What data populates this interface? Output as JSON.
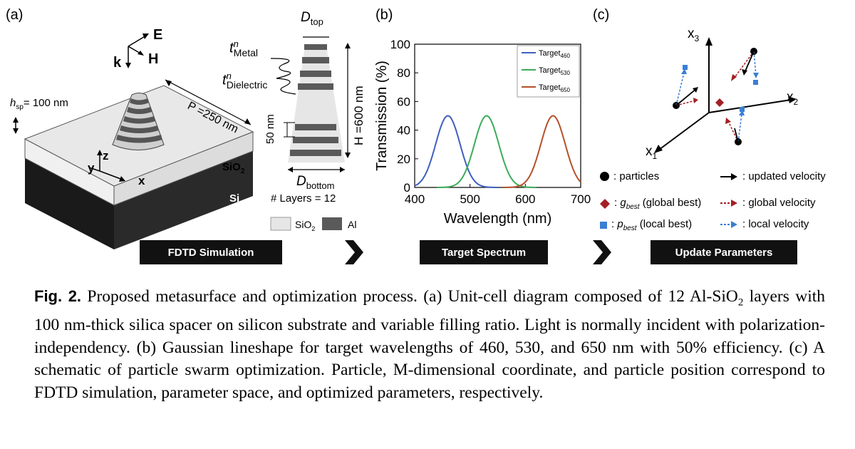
{
  "panels": {
    "a": {
      "label": "(a)",
      "k": "k",
      "e": "E",
      "h": "H",
      "hsp_sym": "h",
      "hsp_sub": "sp",
      "hsp_val": "= 100 nm",
      "period": "P =250 nm",
      "axis_z": "z",
      "axis_y": "y",
      "axis_x": "x",
      "sio2": "SiO",
      "sio2_sub": "2",
      "si": "Si",
      "dtop": "D",
      "dtop_sub": "top",
      "dbottom": "D",
      "dbottom_sub": "bottom",
      "t_metal": "t",
      "t_metal_sup": "n",
      "t_metal_sub": "Metal",
      "t_diel": "t",
      "t_diel_sup": "n",
      "t_diel_sub": "Dielectric",
      "height": "H =600 nm",
      "layer_thick": "50 nm",
      "layers": "# Layers = 12",
      "legend_sio2": "SiO",
      "legend_sio2_sub": "2",
      "legend_al": "Al",
      "step": "FDTD Simulation"
    },
    "b": {
      "label": "(b)",
      "step": "Target Spectrum"
    },
    "c": {
      "label": "(c)",
      "x1": "x",
      "x1_sub": "1",
      "x2": "x",
      "x2_sub": "2",
      "x3": "x",
      "x3_sub": "3",
      "legend": {
        "particles": ": particles",
        "updated_velocity": ": updated velocity",
        "gbest_sym": "g",
        "gbest_sub": "best",
        "gbest_text": " (global best)",
        "global_velocity": ": global velocity",
        "pbest_sym": "p",
        "pbest_sub": "best",
        "pbest_text": " (local best)",
        "local_velocity": ": local velocity"
      },
      "step": "Update Parameters"
    }
  },
  "chart_data": {
    "type": "line",
    "xlabel": "Wavelength (nm)",
    "ylabel": "Transmission (%)",
    "xlim": [
      400,
      700
    ],
    "ylim": [
      0,
      100
    ],
    "xticks": [
      400,
      500,
      600,
      700
    ],
    "yticks": [
      0,
      20,
      40,
      60,
      80,
      100
    ],
    "legend_position": "top-right",
    "series": [
      {
        "name": "Target",
        "name_sub": "460",
        "color": "#3f5fbf",
        "center": 460,
        "x": [
          400,
          420,
          440,
          450,
          460,
          470,
          480,
          500,
          520,
          540
        ],
        "y": [
          1,
          10,
          36,
          47,
          50,
          47,
          36,
          10,
          1,
          0
        ]
      },
      {
        "name": "Target",
        "name_sub": "530",
        "color": "#3cab5a",
        "center": 530,
        "x": [
          470,
          490,
          510,
          520,
          530,
          540,
          550,
          570,
          590,
          600
        ],
        "y": [
          1,
          10,
          36,
          47,
          50,
          47,
          36,
          10,
          1,
          0
        ]
      },
      {
        "name": "Target",
        "name_sub": "650",
        "color": "#b5502a",
        "center": 650,
        "x": [
          590,
          610,
          630,
          640,
          650,
          660,
          670,
          690,
          700
        ],
        "y": [
          1,
          10,
          36,
          47,
          50,
          47,
          36,
          10,
          4
        ]
      }
    ]
  },
  "caption": {
    "fig_label": "Fig. 2.",
    "p1": " Proposed metasurface and optimization process. (a) Unit-cell diagram composed of 12 Al-SiO",
    "p1_sub": "2",
    "p2": " layers with 100 nm-thick silica spacer on silicon substrate and variable filling ratio. Light is normally incident with polarization-independency. (b) Gaussian lineshape for target wavelengths of 460, 530, and 650 nm with 50% efficiency. (c) A schematic of particle swarm optimization. Particle, M-dimensional coordinate, and particle position correspond to FDTD simulation, parameter space, and optimized parameters, respectively."
  },
  "colors": {
    "si": "#1a1a1a",
    "sio2": "#e6e6e6",
    "al": "#5a5a5a",
    "gbest": "#a31f24",
    "pbest": "#3a7fd5",
    "local_arrow": "#3a7fd5",
    "global_arrow": "#a31f24"
  }
}
